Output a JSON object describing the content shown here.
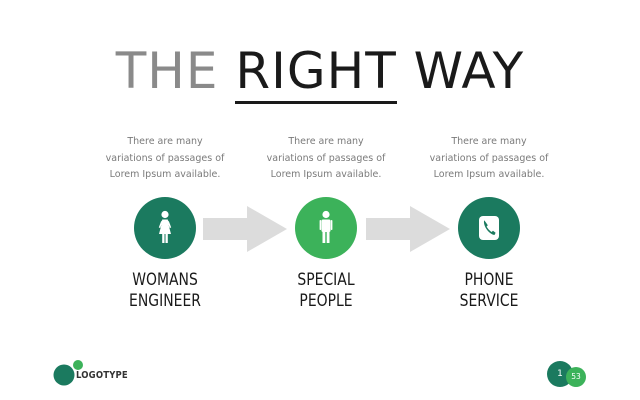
{
  "title": {
    "part1": "THE ",
    "part2": "RIGHT",
    "part3": " WAY"
  },
  "steps": [
    {
      "description": [
        "There are many",
        "variations of passages of",
        "Lorem Ipsum available."
      ],
      "label": [
        "WOMANS",
        "ENGINEER"
      ],
      "icon": "woman-icon",
      "color": "#1b7a5f"
    },
    {
      "description": [
        "There are many",
        "variations of passages of",
        "Lorem Ipsum available."
      ],
      "label": [
        "SPECIAL",
        "PEOPLE"
      ],
      "icon": "man-icon",
      "color": "#3cb25a"
    },
    {
      "description": [
        "There are many",
        "variations of passages of",
        "Lorem Ipsum available."
      ],
      "label": [
        "PHONE",
        "SERVICE"
      ],
      "icon": "phone-icon",
      "color": "#1b7a5f"
    }
  ],
  "arrow_color": "#dcdcdc",
  "footer": {
    "logo_text": "LOGOTYPE",
    "page_number": "1",
    "total_pages": "53"
  }
}
